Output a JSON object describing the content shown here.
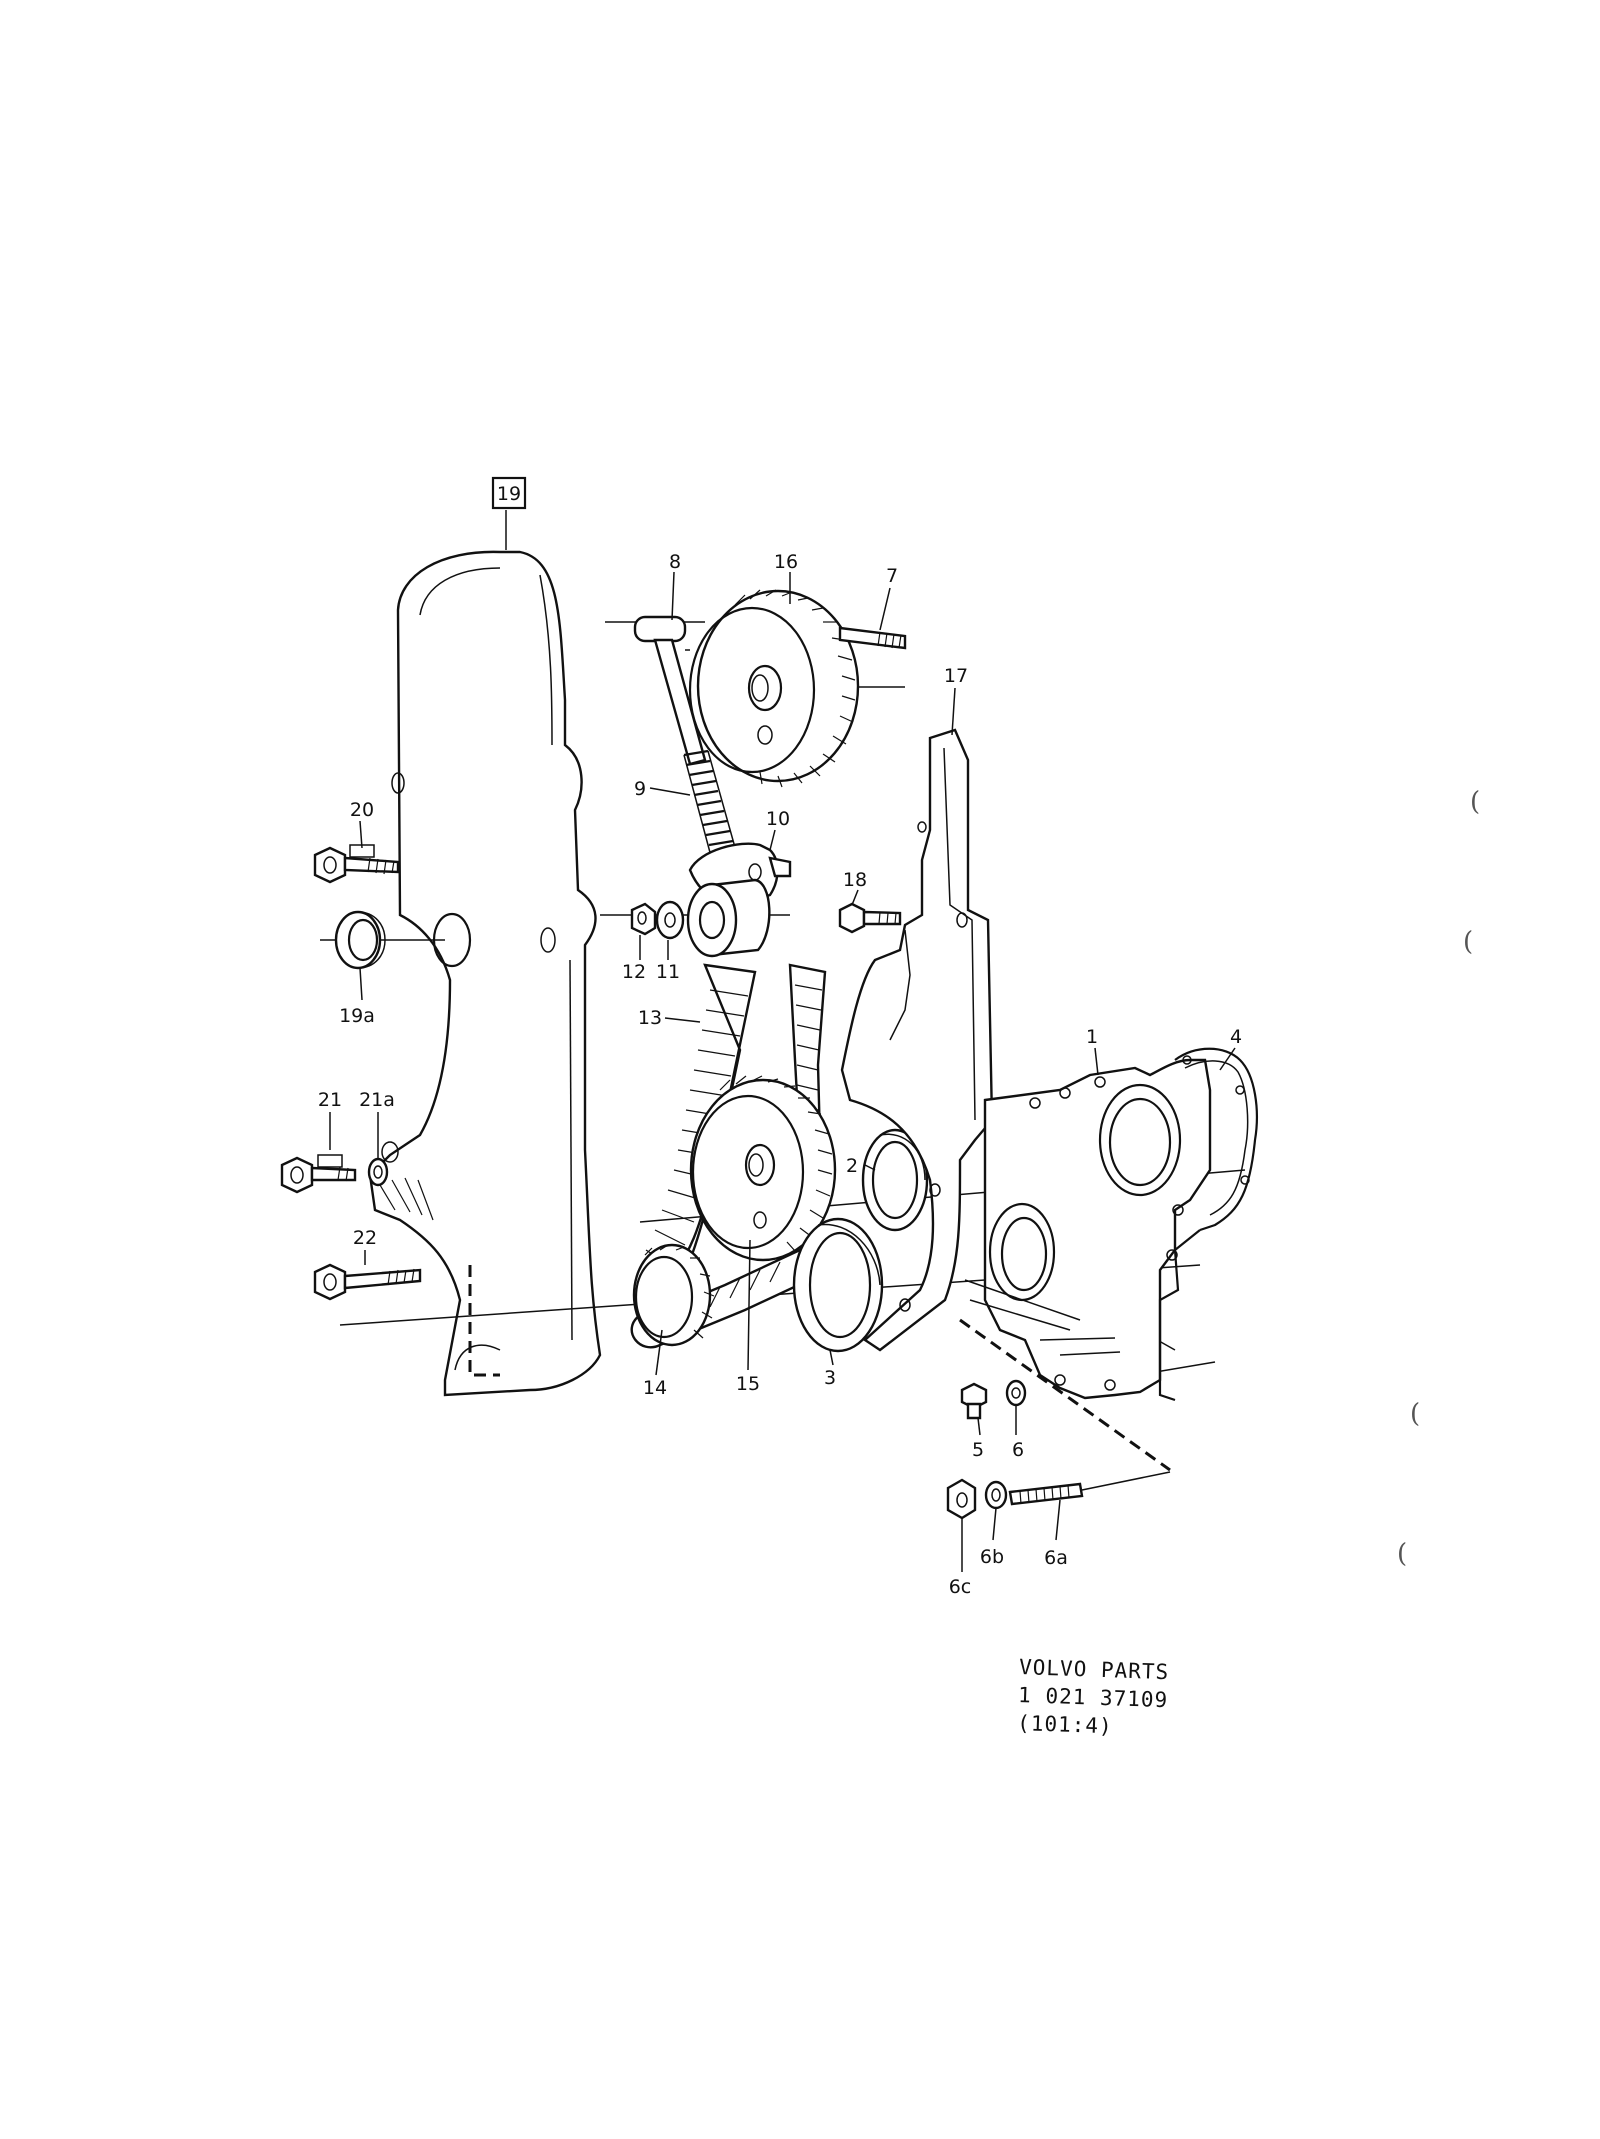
{
  "callouts": {
    "c19": "19",
    "c8": "8",
    "c16": "16",
    "c7": "7",
    "c17": "17",
    "c20": "20",
    "c9": "9",
    "c10": "10",
    "c18": "18",
    "c12": "12",
    "c11": "11",
    "c19a": "19a",
    "c13": "13",
    "c1": "1",
    "c4": "4",
    "c21": "21",
    "c21a": "21a",
    "c2": "2",
    "c22": "22",
    "c14": "14",
    "c15": "15",
    "c3": "3",
    "c5": "5",
    "c6": "6",
    "c6c": "6c",
    "c6b": "6b",
    "c6a": "6a"
  },
  "footer": {
    "line1": "VOLVO PARTS",
    "line2": "1 021 37109",
    "line3": "(101:4)"
  },
  "margin_marks": [
    "(",
    "(",
    "(",
    "("
  ]
}
